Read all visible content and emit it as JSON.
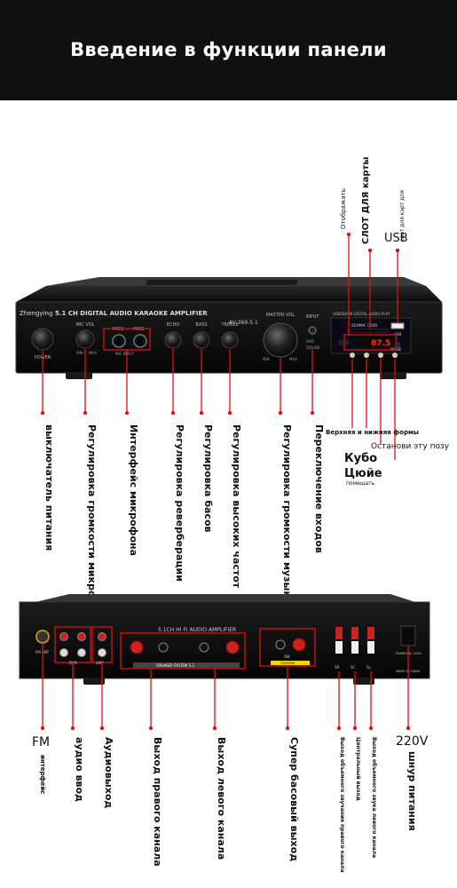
{
  "header": {
    "title": "Введение в функции панели"
  },
  "front_panel": {
    "brand": "Zhengying",
    "model_line": "5.1 CH DIGITAL AUDIO KARAOKE AMPLIFIER",
    "model_number": "AV-369-5.1",
    "knob_labels": {
      "power": "POWER",
      "mic_vol": "MIC VOL",
      "mic1": "MIC1",
      "mic2": "MIC2",
      "mic_input": "MIC INPUT",
      "echo": "ECHO",
      "bass": "BASS",
      "treble": "TREBLE",
      "master_vol": "MASTER VOL",
      "input": "INPUT",
      "min": "MIN",
      "max": "MAX"
    },
    "input_modes": [
      "DVD",
      "SD/USB"
    ],
    "display_top": "USB/SD/FM DIGITAL AUDIO PLAY",
    "sd_card_label": "SD/MMC CARD",
    "usb_label": "USB",
    "display_readout": "87.5",
    "mode_label": "MODE",
    "callouts_bottom": [
      "выключатель питания",
      "Регулировка громкости микрофона",
      "Интерфейс микрофона",
      "Регулировка реверберации",
      "Регулировка басов",
      "Регулировка высоких частот",
      "Регулировка громкости музыки",
      "Переключение входов"
    ],
    "callouts_top": {
      "display": "Отображать",
      "sd_slot": "СЛОТ ДЛЯ карты",
      "usb_port_small": "слот для карт для",
      "usb_port_big": "USB"
    },
    "callouts_right": {
      "up_down": "Верхняя и нижняя формы",
      "stop": "Останови эту позу",
      "cube": "Кубо",
      "tsyuye": "Цюйе",
      "place": "помещать"
    }
  },
  "rear_panel": {
    "title": "5.1CH HI FI AUDIO AMPLIFIER",
    "speaker_label": "SPEAKER SYSTEM 5.1",
    "fm_ant": "FM ANT",
    "dvd": "DVD",
    "line": "LINE",
    "sw": "SW",
    "caution": "CAUTION",
    "ch_labels": [
      "SR",
      "SC",
      "SL"
    ],
    "power_label": "POWER AC 220V",
    "made_in": "MADE IN CHINA",
    "callouts": [
      "FM интерфейс",
      "аудио ввод",
      "Аудиовыход",
      "Выход правого канала",
      "Выход левого канала",
      "Супер басовый выход",
      "Выход объемного звучания правого канала",
      "Центральный выход",
      "Выход объемного звука левого канала",
      "220V шнур питания"
    ]
  }
}
